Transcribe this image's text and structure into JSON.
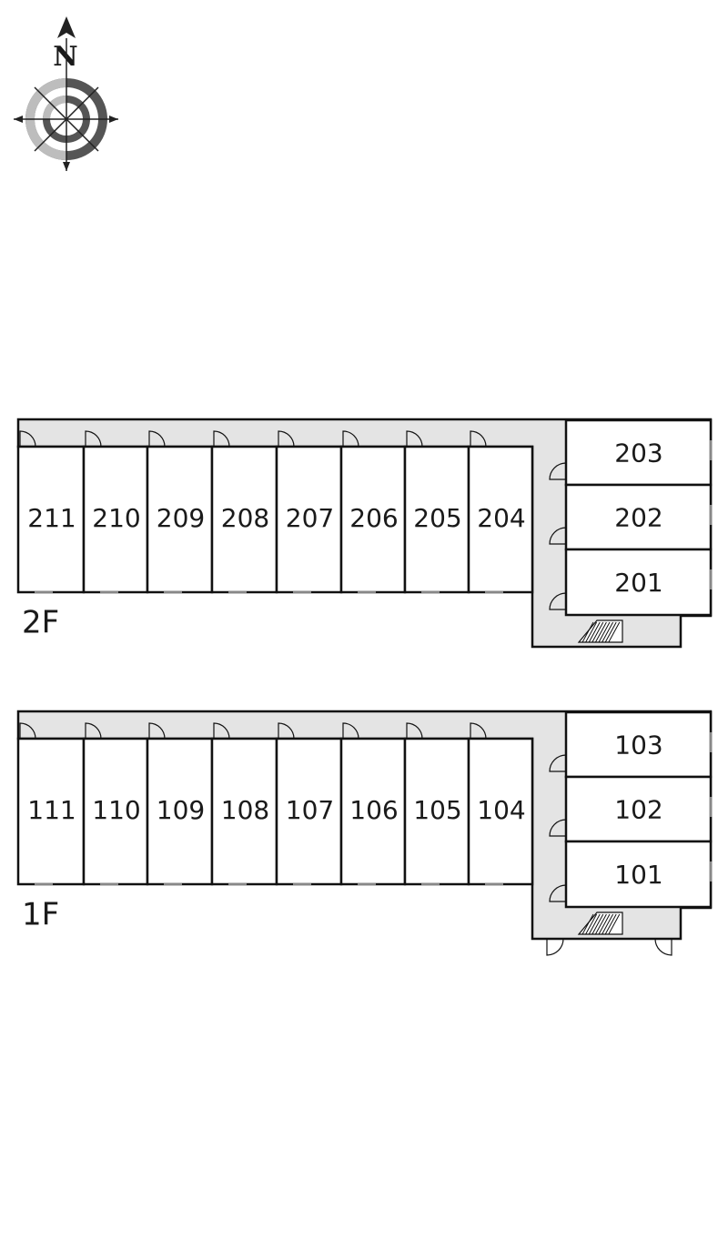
{
  "compass": {
    "north_label": "N",
    "icon": "compass-rose-icon",
    "colors": {
      "dark": "#555555",
      "light": "#bdbdbd",
      "line": "#222222"
    }
  },
  "colors": {
    "corridor": "#e4e4e4",
    "wall": "#111111",
    "room": "#ffffff"
  },
  "floors": [
    {
      "id": "2F",
      "label": "2F",
      "row_units": [
        "211",
        "210",
        "209",
        "208",
        "207",
        "206",
        "205",
        "204"
      ],
      "wing_units": [
        "203",
        "202",
        "201"
      ]
    },
    {
      "id": "1F",
      "label": "1F",
      "row_units": [
        "111",
        "110",
        "109",
        "108",
        "107",
        "106",
        "105",
        "104"
      ],
      "wing_units": [
        "103",
        "102",
        "101"
      ]
    }
  ]
}
